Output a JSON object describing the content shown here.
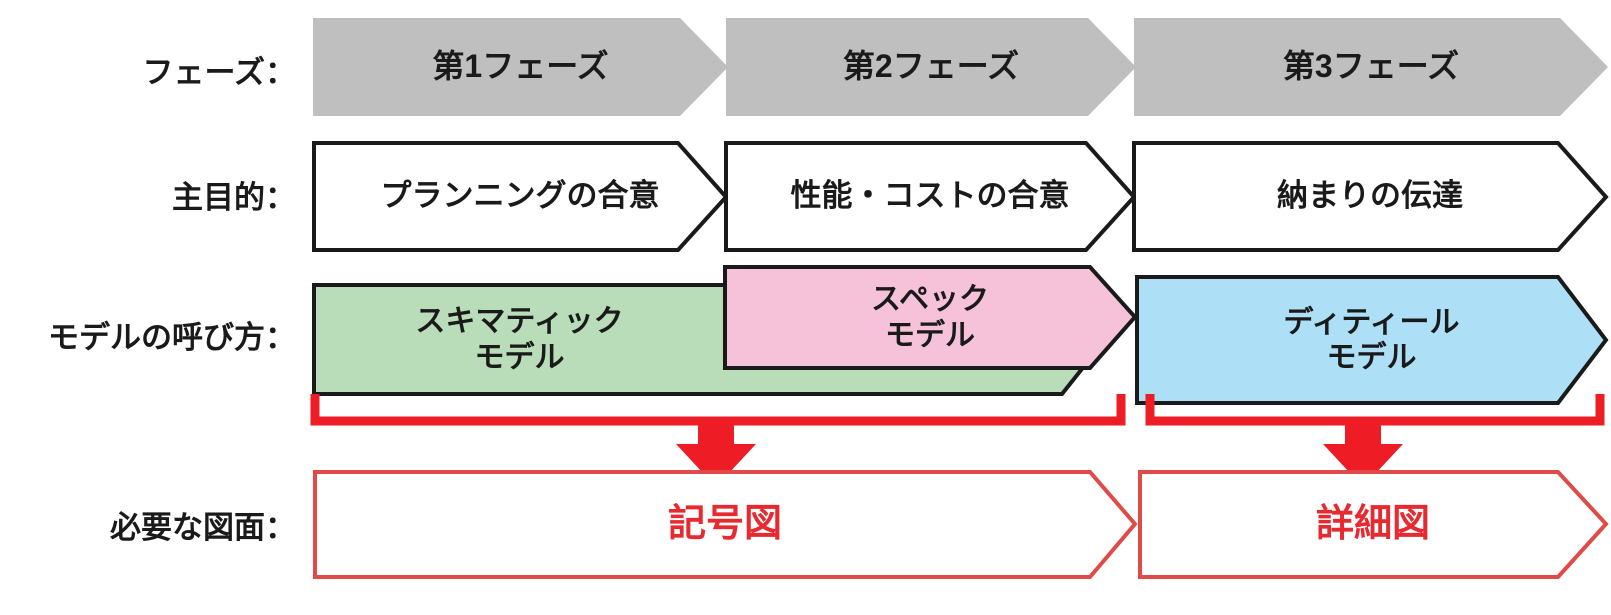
{
  "diagram": {
    "title": "BIM phase / model / drawing chart",
    "colors": {
      "phase_fill": "#bfbfbf",
      "purpose_fill": "#ffffff",
      "purpose_stroke": "#1a1a1a",
      "schematic_fill": "#b9dcb9",
      "spec_fill": "#f5c2da",
      "detail_fill": "#ade0f7",
      "model_stroke": "#1a1a1a",
      "accent_red": "#e8292f",
      "drawing_stroke": "#e04a48",
      "text_dark": "#1a1a1a"
    },
    "rows": [
      {
        "label": "フェーズ："
      },
      {
        "label": "主目的："
      },
      {
        "label": "モデルの呼び方："
      },
      {
        "label": "必要な図面："
      }
    ],
    "phases": [
      {
        "name": "第1フェーズ"
      },
      {
        "name": "第2フェーズ"
      },
      {
        "name": "第3フェーズ"
      }
    ],
    "purposes": [
      {
        "name": "プランニングの合意"
      },
      {
        "name": "性能・コストの合意"
      },
      {
        "name": "納まりの伝達"
      }
    ],
    "models": [
      {
        "name": "スキマティック\nモデル",
        "fill_key": "schematic_fill"
      },
      {
        "name": "スペック\nモデル",
        "fill_key": "spec_fill"
      },
      {
        "name": "ディティール\nモデル",
        "fill_key": "detail_fill"
      }
    ],
    "drawings": [
      {
        "name": "記号図"
      },
      {
        "name": "詳細図"
      }
    ],
    "connectors": [
      {
        "name": "bracket-arrow-left"
      },
      {
        "name": "bracket-arrow-right"
      }
    ]
  }
}
